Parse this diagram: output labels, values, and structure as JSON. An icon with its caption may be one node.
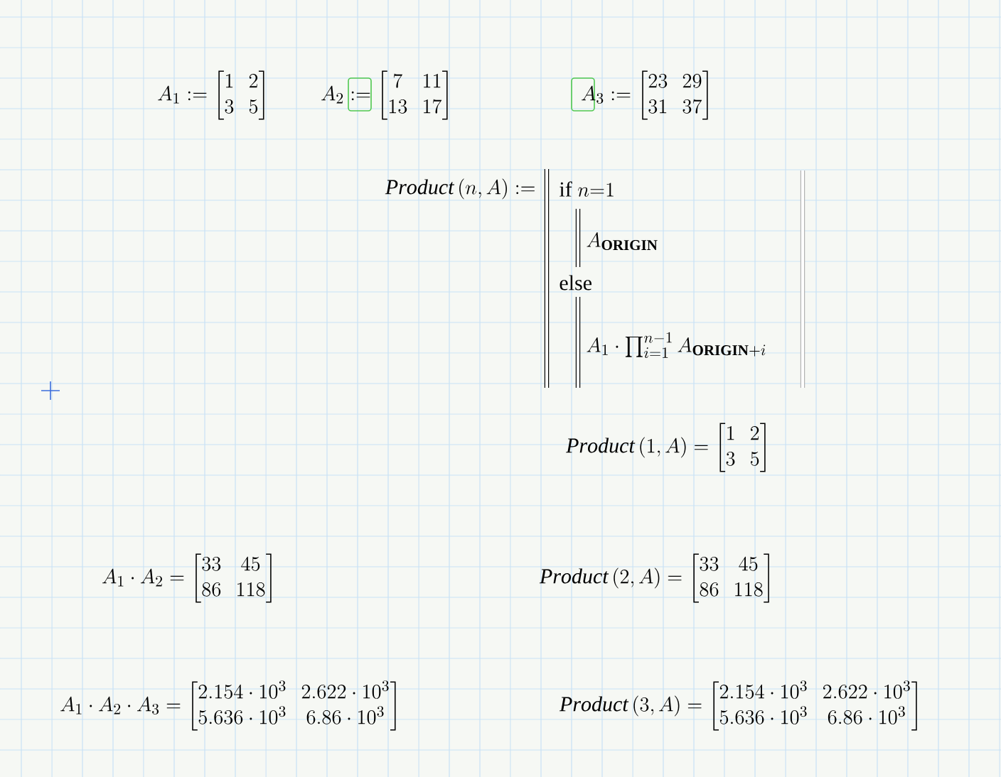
{
  "diagram": {
    "labels": [
      "A_{1}:=\\begin{bmatrix}1&2\\\\3&5\\end{bmatrix}",
      "A_{2}:=\\begin{bmatrix}7&11\\\\13&17\\end{bmatrix}",
      "A_{3}:=\\begin{bmatrix}23&29\\\\31&37\\end{bmatrix}",
      "\\mathit{Product}\\left(n,A\\right):=",
      "\\text{if }n\\mathbf{=}1",
      "A_{\\mathbf{ORIGIN}}",
      "\\text{else}",
      "A_{1}\\cdot\\prod_{i=1}^{n-1}A_{\\mathbf{ORIGIN}+i}",
      "\\mathit{Product}\\left(1,A\\right)=\\begin{bmatrix}1&2\\\\3&5\\end{bmatrix}",
      "A_{1}\\cdot A_{2}=\\begin{bmatrix}33&45\\\\86&118\\end{bmatrix}",
      "\\mathit{Product}\\left(2,A\\right)=\\begin{bmatrix}33&45\\\\86&118\\end{bmatrix}",
      "A_{1}\\cdot A_{2}\\cdot A_{3}=\\begin{bmatrix}2.154\\cdot10^{3}&2.622\\cdot10^{3}\\\\5.636\\cdot10^{3}&6.86\\cdot10^{3}\\end{bmatrix}",
      "\\mathit{Product}\\left(3,A\\right)=\\begin{bmatrix}2.154\\cdot10^{3}&2.622\\cdot10^{3}\\\\5.636\\cdot10^{3}&6.86\\cdot10^{3}\\end{bmatrix}"
    ]
  }
}
